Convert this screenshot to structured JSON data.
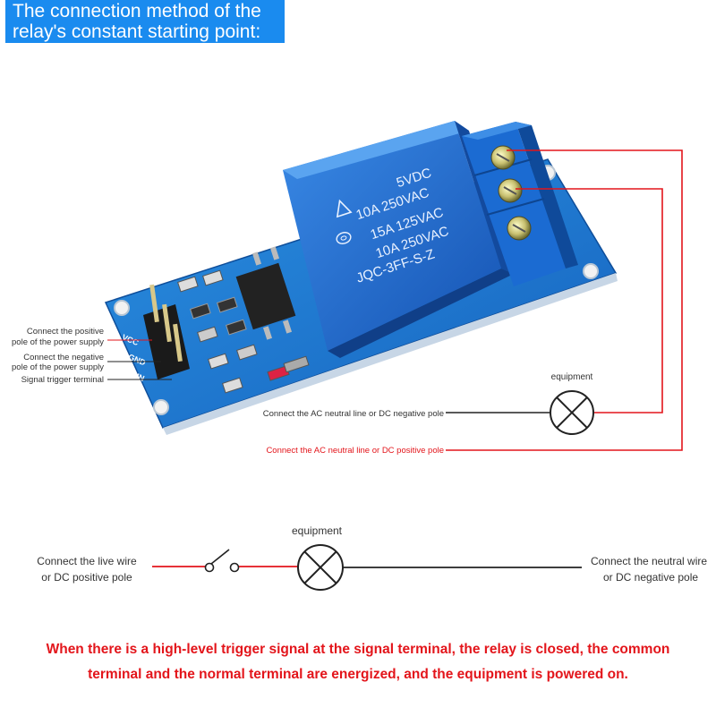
{
  "title": {
    "line1": "The connection method of the",
    "line2": "relay's constant starting point:"
  },
  "relay": {
    "label_voltage": "5VDC",
    "label_rating1": "10A 250VAC",
    "label_rating2": "15A 125VAC",
    "label_rating3": "10A 250VAC",
    "label_model": "JQC-3FF-S-Z",
    "pin_vcc": "VCC",
    "pin_gnd": "GND",
    "pin_in": "IN"
  },
  "pin_labels": {
    "vcc_line1": "Connect the positive",
    "vcc_line2": "pole of the power supply",
    "gnd_line1": "Connect the negative",
    "gnd_line2": "pole of the power supply",
    "in_line1": "Signal trigger terminal"
  },
  "upper_wiring": {
    "equipment_label": "equipment",
    "neutral_label": "Connect the AC neutral line or DC negative pole",
    "positive_label": "Connect the AC neutral line or DC positive pole"
  },
  "lower_circuit": {
    "equipment_label": "equipment",
    "left_line1": "Connect the live wire",
    "left_line2": "or DC positive pole",
    "right_line1": "Connect the neutral wire",
    "right_line2": "or DC negative pole"
  },
  "caption": {
    "line1": "When there is a high-level trigger signal at the signal terminal, the relay is closed, the common",
    "line2": "terminal and the normal terminal are energized, and the equipment is powered on."
  },
  "colors": {
    "title_bg": "#1a8bef",
    "red_wire": "#e3151b",
    "relay_blue": "#1e6fd0",
    "pcb_blue": "#1f7fd6"
  }
}
